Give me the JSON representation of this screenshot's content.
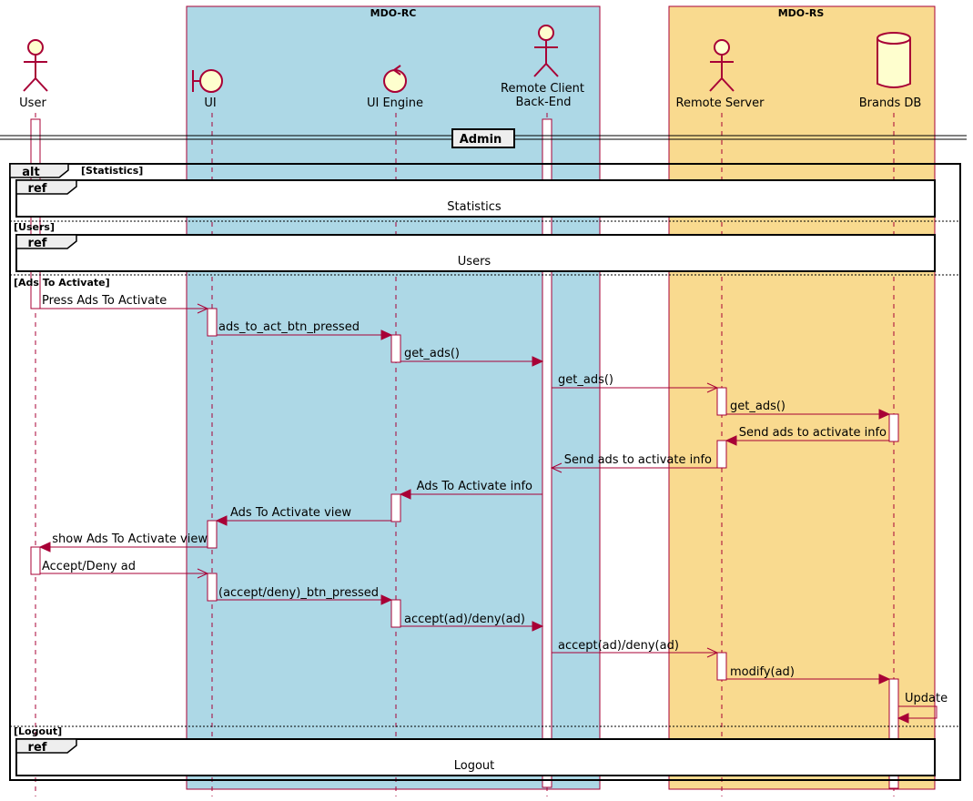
{
  "boxes": [
    {
      "title": "MDO-RC",
      "color": "#ADD8E6"
    },
    {
      "title": "MDO-RS",
      "color": "#F9DA8F"
    }
  ],
  "participants": [
    {
      "id": "user",
      "label": [
        "User"
      ],
      "icon": "actor-icon"
    },
    {
      "id": "ui",
      "label": [
        "UI"
      ],
      "icon": "boundary-icon"
    },
    {
      "id": "engine",
      "label": [
        "UI Engine"
      ],
      "icon": "control-icon"
    },
    {
      "id": "backend",
      "label": [
        "Remote Client",
        "Back-End"
      ],
      "icon": "actor-icon"
    },
    {
      "id": "server",
      "label": [
        "Remote Server"
      ],
      "icon": "actor-icon"
    },
    {
      "id": "db",
      "label": [
        "Brands DB"
      ],
      "icon": "database-icon"
    }
  ],
  "divider": {
    "label": "Admin"
  },
  "alt": {
    "keyword": "alt",
    "sections": [
      {
        "guard": "[Statistics]",
        "ref_keyword": "ref",
        "ref_text": "Statistics"
      },
      {
        "guard": "[Users]",
        "ref_keyword": "ref",
        "ref_text": "Users"
      },
      {
        "guard": "[Ads To Activate]"
      },
      {
        "guard": "[Logout]",
        "ref_keyword": "ref",
        "ref_text": "Logout"
      }
    ]
  },
  "messages": [
    {
      "from": "user",
      "to": "ui",
      "label": "Press Ads To Activate",
      "style": "open"
    },
    {
      "from": "ui",
      "to": "engine",
      "label": "ads_to_act_btn_pressed",
      "style": "filled"
    },
    {
      "from": "engine",
      "to": "backend",
      "label": "get_ads()",
      "style": "filled"
    },
    {
      "from": "backend",
      "to": "server",
      "label": "get_ads()",
      "style": "open"
    },
    {
      "from": "server",
      "to": "db",
      "label": "get_ads()",
      "style": "filled"
    },
    {
      "from": "db",
      "to": "server",
      "label": "Send ads to activate info",
      "style": "filled"
    },
    {
      "from": "server",
      "to": "backend",
      "label": "Send ads to activate info",
      "style": "open"
    },
    {
      "from": "backend",
      "to": "engine",
      "label": "Ads To Activate info",
      "style": "filled"
    },
    {
      "from": "engine",
      "to": "ui",
      "label": "Ads To Activate view",
      "style": "filled"
    },
    {
      "from": "ui",
      "to": "user",
      "label": "show Ads To Activate view",
      "style": "filled"
    },
    {
      "from": "user",
      "to": "ui",
      "label": "Accept/Deny ad",
      "style": "open"
    },
    {
      "from": "ui",
      "to": "engine",
      "label": "(accept/deny)_btn_pressed",
      "style": "filled"
    },
    {
      "from": "engine",
      "to": "backend",
      "label": "accept(ad)/deny(ad)",
      "style": "filled"
    },
    {
      "from": "backend",
      "to": "server",
      "label": "accept(ad)/deny(ad)",
      "style": "open"
    },
    {
      "from": "server",
      "to": "db",
      "label": "modify(ad)",
      "style": "filled"
    },
    {
      "from": "db",
      "to": "db",
      "label": "Update",
      "style": "filled"
    }
  ],
  "colors": {
    "line": "#A80036",
    "actor_fill": "#FEFECE",
    "frame_fill": "#EEEEEE"
  }
}
